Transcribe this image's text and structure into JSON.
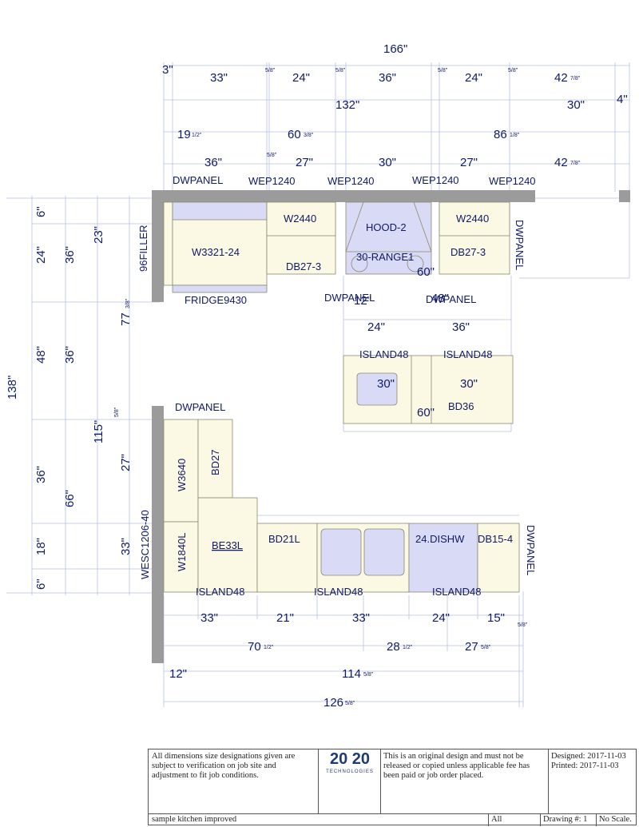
{
  "dimensions": {
    "overall_top": "166\"",
    "row1": [
      "3\"",
      "33\"",
      "24\"",
      "36\"",
      "24\"",
      "42"
    ],
    "row1_frac": "7/8\"",
    "small_eighths": [
      "5/8\"",
      "5/8\"",
      "5/8\"",
      "5/8\"",
      "5/8\""
    ],
    "row2": [
      "132\"",
      "30\"",
      "4\""
    ],
    "row3_a": "19",
    "row3_a_frac": "1/2\"",
    "row3_b": "60",
    "row3_b_frac": "3/8\"",
    "row3_c": "86",
    "row3_c_frac": "1/8\"",
    "row4": [
      "36\"",
      "27\"",
      "30\"",
      "27\"",
      "42"
    ],
    "row4_frac": "7/8\"",
    "left_total": "138\"",
    "left_col1": [
      "6\"",
      "24\"",
      "48\"",
      "36\"",
      "18\"",
      "6\""
    ],
    "left_col2": [
      "36\"",
      "36\"",
      "66\""
    ],
    "left_col3": [
      "23\"",
      "115\"",
      "27\"",
      "33\""
    ],
    "left_77": "77",
    "left_77_frac": "3/8\"",
    "left_115_frac": "5/8\"",
    "island": [
      "12\"",
      "48\"",
      "24\"",
      "36\"",
      "30\"",
      "30\"",
      "60\"",
      "60\""
    ],
    "bottom_row1": [
      "33\"",
      "21\"",
      "33\"",
      "24\"",
      "15\""
    ],
    "bottom_row1_frac": "5/8\"",
    "bottom_row2_a": "70",
    "bottom_row2_a_frac": "1/2\"",
    "bottom_row2_b": "28",
    "bottom_row2_b_frac": "1/2\"",
    "bottom_row2_c": "27",
    "bottom_row2_c_frac": "5/8\"",
    "bottom_row3_a": "12\"",
    "bottom_row3_b": "114",
    "bottom_row3_b_frac": "5/8\"",
    "bottom_row4": "126",
    "bottom_row4_frac": "5/8\""
  },
  "labels": {
    "top_panels": [
      "DWPANEL",
      "WEP1240",
      "WEP1240",
      "WEP1240",
      "WEP1240"
    ],
    "filler": "96FILLER",
    "w3321": "W3321-24",
    "fridge": "FRIDGE9430",
    "w2440a": "W2440",
    "db27a": "DB27-3",
    "hood": "HOOD-2",
    "range": "30-RANGE1",
    "w2440b": "W2440",
    "db27b": "DB27-3",
    "dwpanel_right": "DWPANEL",
    "dwpanel_mid1": "DWPANEL",
    "dwpanel_mid2": "DWPANEL",
    "island48_a": "ISLAND48",
    "island48_b": "ISLAND48",
    "bd36": "BD36",
    "dwpanel_left": "DWPANEL",
    "w3640": "W3640",
    "bd27": "BD27",
    "w1840l": "W1840L",
    "be33l": "BE33L",
    "wesc": "WESC1206-40",
    "bd21l": "BD21L",
    "dishw": "24.DISHW",
    "db15": "DB15-4",
    "dwpanel_br": "DWPANEL",
    "island48_c": "ISLAND48",
    "island48_d": "ISLAND48",
    "island48_e": "ISLAND48"
  },
  "title_block": {
    "disclaimer": "All dimensions size designations given are subject to verification on job site and adjustment to fit job conditions.",
    "logo_top": "20 20",
    "logo_sub": "TECHNOLOGIES",
    "notice": "This is an original design and must not be released or copied unless applicable fee has been paid or job order placed.",
    "designed": "Designed: 2017-11-03",
    "printed": "Printed: 2017-11-03",
    "project": "sample kitchen improved",
    "view": "All",
    "drawing": "Drawing #: 1",
    "scale": "No Scale."
  },
  "colors": {
    "cabinet_fill": "#fbf8e4",
    "appliance_fill": "#d8daf6",
    "wall": "#9b9b9b",
    "text": "#101a66",
    "dim_line": "#b6c0e8"
  }
}
